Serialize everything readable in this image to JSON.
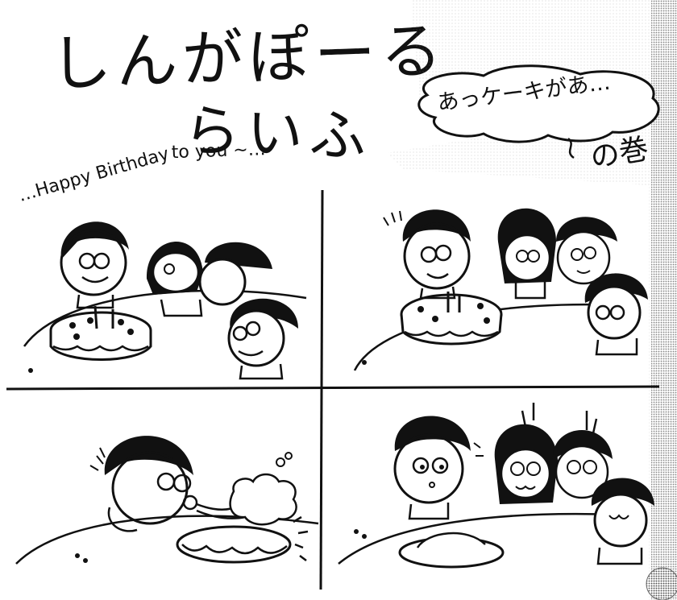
{
  "title": {
    "line1": "しんがぽーる",
    "line2": "らいふ"
  },
  "subtitle": {
    "bubble": "あっケーキがあ…",
    "suffix": "の巻"
  },
  "panel1": {
    "song_start": "…Happy Birthday",
    "song_end": "to you ~…"
  }
}
